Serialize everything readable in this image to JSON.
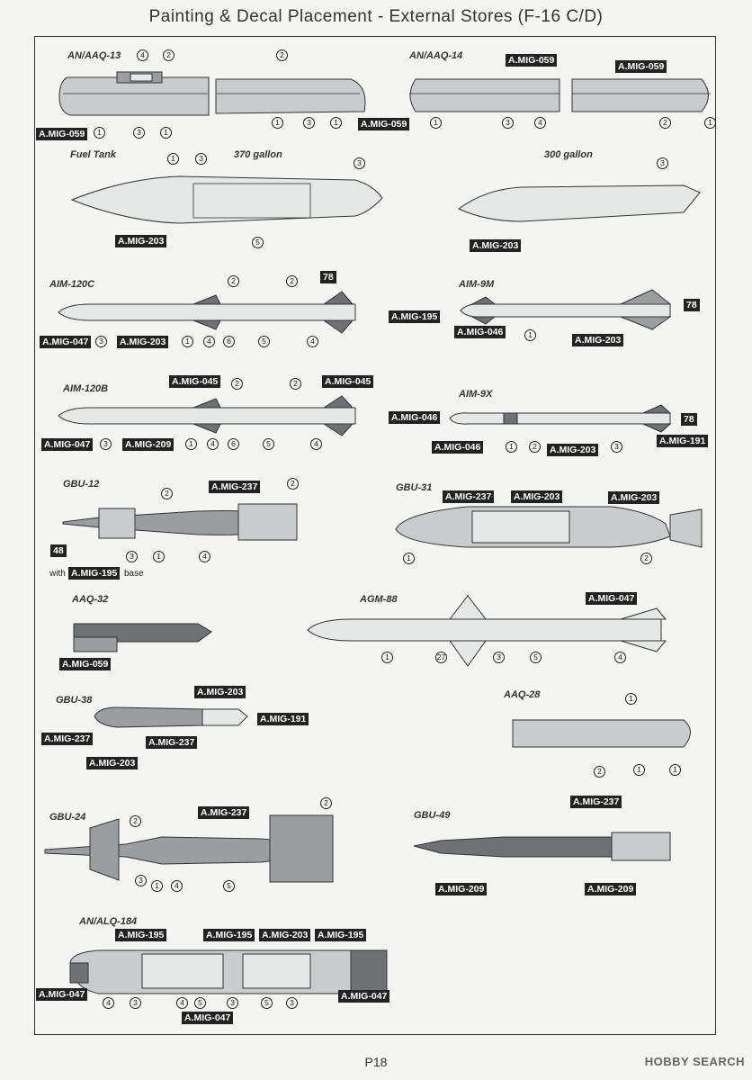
{
  "page": {
    "title": "Painting & Decal Placement - External Stores (F-16 C/D)",
    "page_number": "P18",
    "watermark": "HOBBY SEARCH"
  },
  "items": {
    "aaq13": "AN/AAQ-13",
    "aaq14": "AN/AAQ-14",
    "fuel_tank": "Fuel Tank",
    "gal370": "370 gallon",
    "gal300": "300 gallon",
    "aim120c": "AIM-120C",
    "aim9m": "AIM-9M",
    "aim120b": "AIM-120B",
    "aim9x": "AIM-9X",
    "gbu12": "GBU-12",
    "gbu31": "GBU-31",
    "aaq32": "AAQ-32",
    "agm88": "AGM-88",
    "gbu38": "GBU-38",
    "aaq28": "AAQ-28",
    "gbu24": "GBU-24",
    "gbu49": "GBU-49",
    "alq184": "AN/ALQ-184"
  },
  "paints": {
    "m059": "A.MIG-059",
    "m203": "A.MIG-203",
    "m047": "A.MIG-047",
    "m195": "A.MIG-195",
    "m046": "A.MIG-046",
    "m045": "A.MIG-045",
    "m209": "A.MIG-209",
    "m237": "A.MIG-237",
    "m191": "A.MIG-191",
    "d78": "78",
    "d48": "48"
  },
  "notes": {
    "with": "with",
    "base": "base"
  },
  "decals": {
    "n1": "1",
    "n2": "2",
    "n3": "3",
    "n4": "4",
    "n5": "5",
    "n6": "6",
    "n27": "27"
  }
}
